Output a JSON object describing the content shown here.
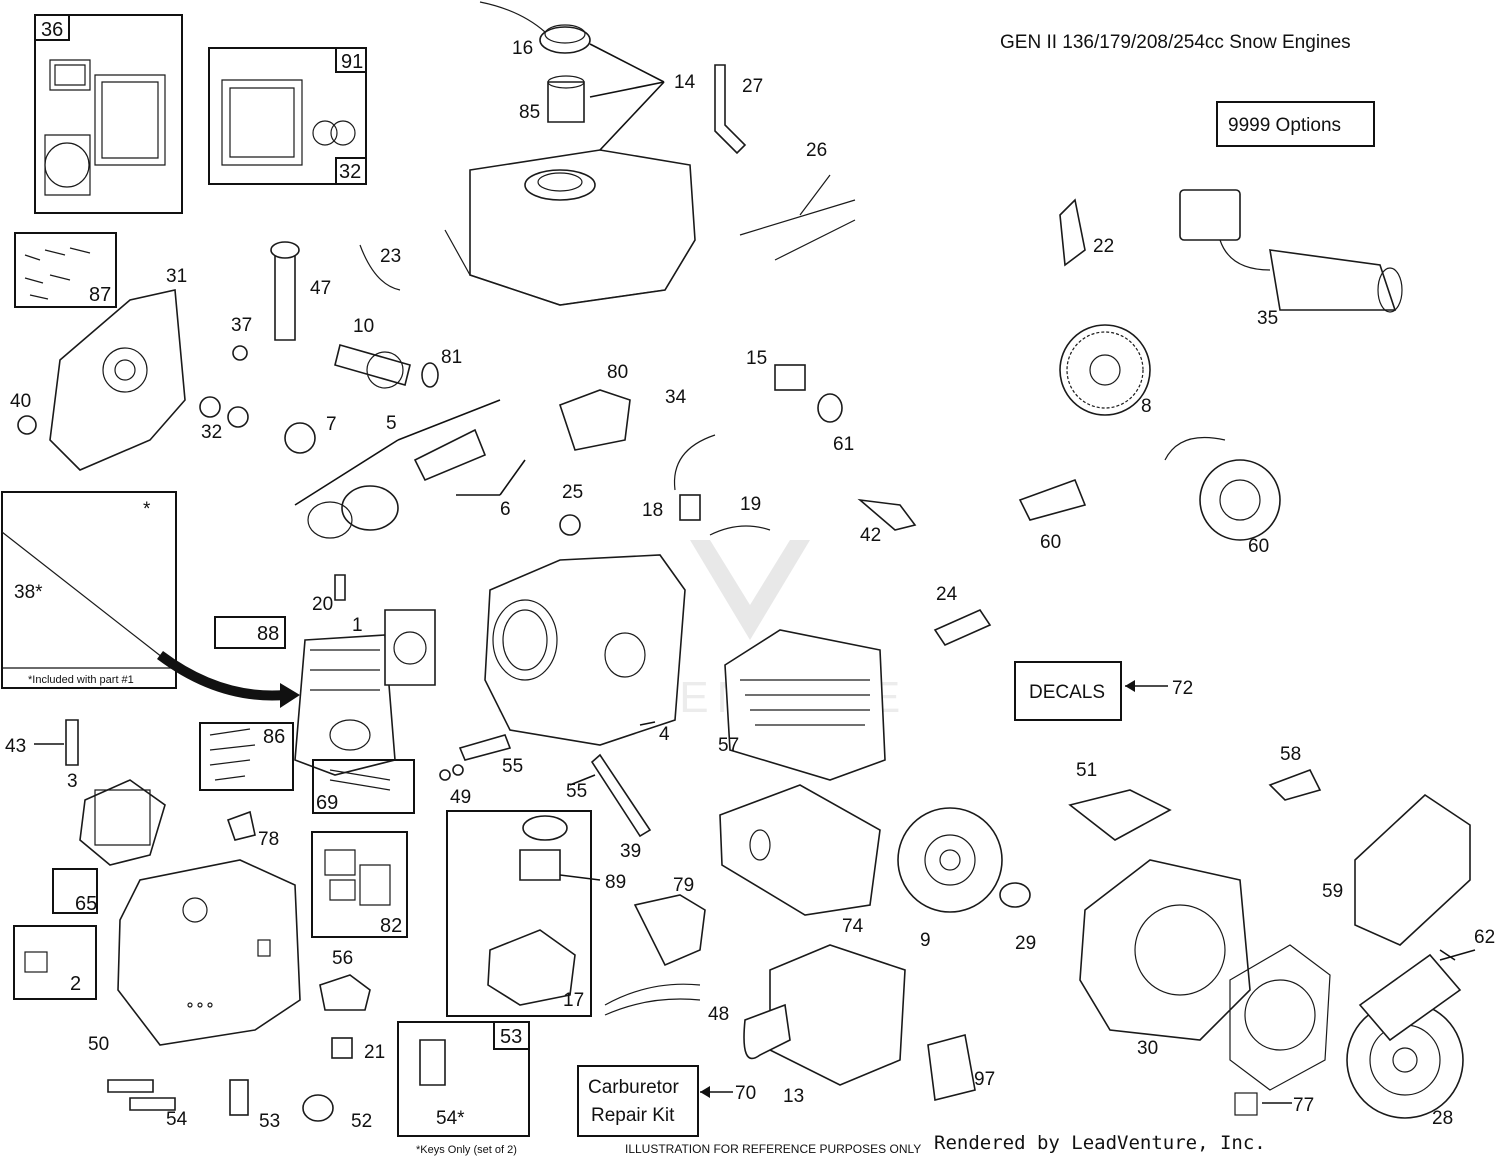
{
  "title": "GEN II 136/179/208/254cc Snow Engines",
  "options_box": "9999  Options",
  "decals_box": "DECALS",
  "carb_kit_box": [
    "Carburetor",
    "Repair Kit"
  ],
  "footnote_included": "*Included with part #1",
  "footnote_keys": "*Keys Only (set of 2)",
  "footer_reference": "ILLUSTRATION FOR REFERENCE PURPOSES ONLY",
  "footer_rendered": "Rendered by LeadVenture, Inc.",
  "watermark": "LEADVENTURE",
  "kit_labels": {
    "k36": "36",
    "k91": "91",
    "k32b": "32",
    "k87": "87",
    "k88": "88",
    "k86": "86",
    "k69": "69",
    "k82": "82",
    "k65": "65",
    "k2": "2",
    "k53box": "53",
    "k54star": "54*",
    "k38": "38*",
    "kstar": "*"
  },
  "callouts": [
    "16",
    "14",
    "85",
    "27",
    "26",
    "22",
    "35",
    "8",
    "60",
    "60b",
    "23",
    "47",
    "31",
    "37",
    "10",
    "81",
    "15",
    "61",
    "40",
    "32",
    "7",
    "5",
    "80",
    "34",
    "6",
    "25",
    "18",
    "19",
    "42",
    "20",
    "1",
    "4",
    "24",
    "72",
    "43",
    "3",
    "78",
    "55",
    "55b",
    "49",
    "57",
    "51",
    "58",
    "39",
    "89",
    "79",
    "74",
    "9",
    "29",
    "59",
    "50",
    "56",
    "17",
    "48",
    "30",
    "62",
    "21",
    "54",
    "53",
    "52",
    "70",
    "13",
    "97",
    "77",
    "28"
  ],
  "callout_text": {
    "16": "16",
    "14": "14",
    "85": "85",
    "27": "27",
    "26": "26",
    "22": "22",
    "35": "35",
    "8": "8",
    "60": "60",
    "60b": "60",
    "23": "23",
    "47": "47",
    "31": "31",
    "37": "37",
    "10": "10",
    "81": "81",
    "15": "15",
    "61": "61",
    "40": "40",
    "32": "32",
    "7": "7",
    "5": "5",
    "80": "80",
    "34": "34",
    "6": "6",
    "25": "25",
    "18": "18",
    "19": "19",
    "42": "42",
    "20": "20",
    "1": "1",
    "4": "4",
    "24": "24",
    "72": "72",
    "43": "43",
    "3": "3",
    "78": "78",
    "55": "55",
    "55b": "55",
    "49": "49",
    "57": "57",
    "51": "51",
    "58": "58",
    "39": "39",
    "89": "89",
    "79": "79",
    "74": "74",
    "9": "9",
    "29": "29",
    "59": "59",
    "50": "50",
    "56": "56",
    "17": "17",
    "48": "48",
    "30": "30",
    "62": "62",
    "21": "21",
    "54": "54",
    "53": "53",
    "52": "52",
    "70": "70",
    "13": "13",
    "97": "97",
    "77": "77",
    "28": "28"
  }
}
